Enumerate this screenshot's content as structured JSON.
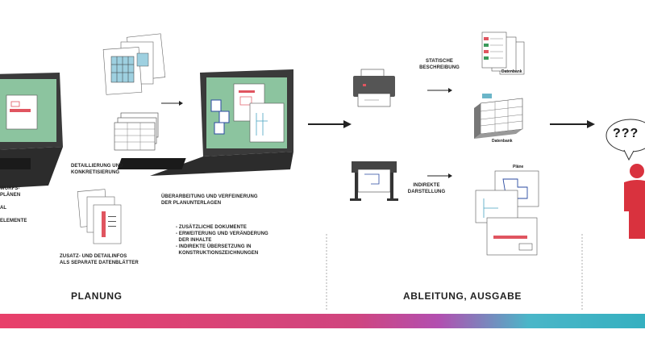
{
  "diagram": {
    "left_partial_lines": [
      "WURFS-",
      "PLÄNEN",
      "",
      "AL",
      "",
      "ELEMENTE"
    ],
    "detail_label": [
      "DETAILLIERUNG UND",
      "KONKRETISIERUNG"
    ],
    "zusatz_label": [
      "ZUSATZ- UND DETAILINFOS",
      "ALS SEPARATE DATENBLÄTTER"
    ],
    "ueberarbeitung_label": [
      "ÜBERARBEITUNG UND VERFEINERUNG",
      "DER PLANUNTERLAGEN"
    ],
    "ueberarbeitung_items": [
      "- ZUSÄTZLICHE DOKUMENTE",
      "- ERWEITERUNG UND VERÄNDERUNG",
      "  DER INHALTE",
      "- INDIREKTE ÜBERSETZUNG IN",
      "  KONSTRUKTIONSZEICHNUNGEN"
    ],
    "statische_label": [
      "STATISCHE",
      "BESCHREIBUNG"
    ],
    "indirekte_label": [
      "INDIREKTE",
      "DARSTELLUNG"
    ],
    "doc_caption_1": "Datenbank",
    "doc_caption_2": "Datenbank",
    "plan_caption": "Pläne",
    "question": "???",
    "sections": {
      "planung": "PLANUNG",
      "ableitung": "ABLEITUNG, AUSGABE"
    },
    "colors": {
      "screen_green": "#8cc49f",
      "laptop_dark": "#3a3a3a",
      "person_red": "#d9323e",
      "gradient_start": "#e8406a",
      "gradient_mid": "#c94aa0",
      "gradient_end": "#3fb3c4"
    }
  }
}
